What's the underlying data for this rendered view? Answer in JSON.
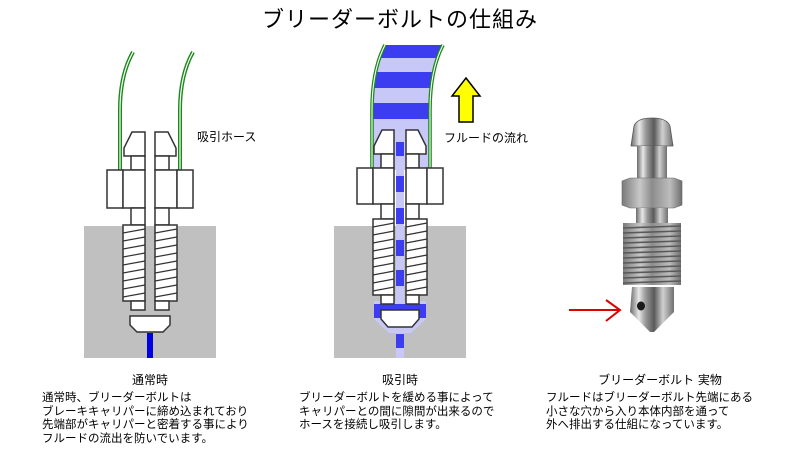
{
  "title": "ブリーダーボルトの仕組み",
  "colors": {
    "hose": "#1a8a1a",
    "fluid_dark": "#3c3cf0",
    "fluid_light": "#c8c8f8",
    "caliper": "#c0c0c0",
    "arrow_fill": "#ffff00",
    "pointer_arrow": "#e00000"
  },
  "panels": [
    {
      "id": "normal",
      "caption": "通常時",
      "annotation": "吸引ホース",
      "description": [
        "通常時、ブリーダーボルトは",
        "ブレーキキャリパーに締め込まれており",
        "先端部がキャリパーと密着する事により",
        "フルードの流出を防いでいます。"
      ]
    },
    {
      "id": "suction",
      "caption": "吸引時",
      "annotation": "フルードの流れ",
      "description": [
        "ブリーダーボルトを緩める事によって",
        "キャリパーとの間に隙間が出来るので",
        "ホースを接続し吸引します。"
      ]
    },
    {
      "id": "actual",
      "caption": "ブリーダーボルト 実物",
      "description": [
        "フルードはブリーダーボルト先端にある",
        "小さな穴から入り本体内部を通って",
        "外へ排出する仕組になっています。"
      ]
    }
  ],
  "icons": {
    "flow_arrow": "up-arrow-icon",
    "pointer": "right-arrow-icon"
  }
}
